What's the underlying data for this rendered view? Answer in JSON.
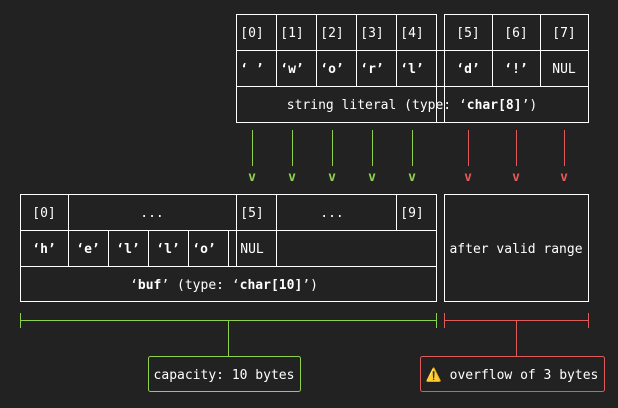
{
  "literal": {
    "indices": [
      "[0]",
      "[1]",
      "[2]",
      "[3]",
      "[4]",
      "[5]",
      "[6]",
      "[7]"
    ],
    "chars": [
      "‘ ’",
      "‘w’",
      "‘o’",
      "‘r’",
      "‘l’",
      "‘d’",
      "‘!’",
      "NUL"
    ],
    "caption_prefix": "string literal (type: ‘",
    "caption_type": "char[8]",
    "caption_suffix": "’)"
  },
  "arrows": {
    "green": [
      "v",
      "v",
      "v",
      "v",
      "v"
    ],
    "red": [
      "v",
      "v",
      "v"
    ]
  },
  "buf": {
    "idx0": "[0]",
    "ellipsis1": "...",
    "idx5": "[5]",
    "ellipsis2": "...",
    "idx9": "[9]",
    "chars": [
      "‘h’",
      "‘e’",
      "‘l’",
      "‘l’",
      "‘o’"
    ],
    "nul": "NUL",
    "caption_open": "‘",
    "caption_name": "buf",
    "caption_mid": "’ (type: ‘",
    "caption_type": "char[10]",
    "caption_close": "’)"
  },
  "after_range": "after valid range",
  "capacity_label": "capacity: 10 bytes",
  "overflow_label": "⚠️ overflow of 3 bytes",
  "colors": {
    "green": "#8fd14f",
    "red": "#e05a5a",
    "background": "#222222",
    "line": "#ffffff"
  }
}
